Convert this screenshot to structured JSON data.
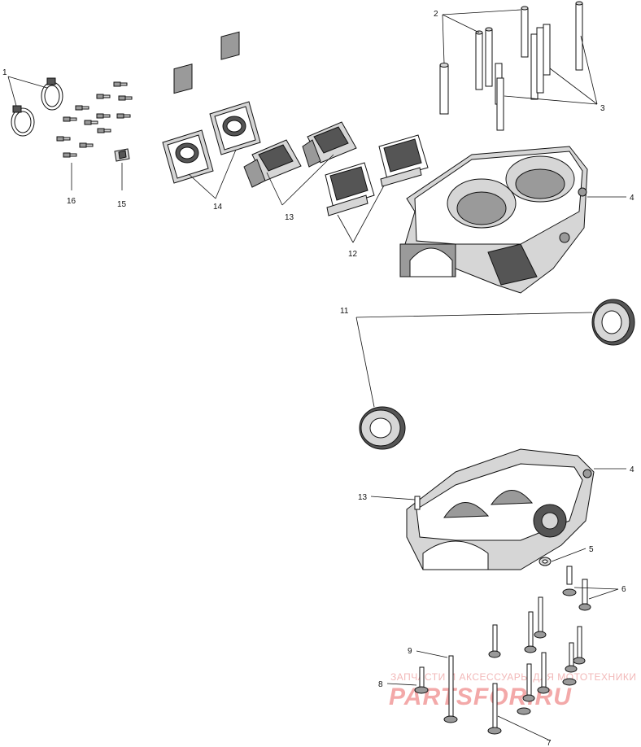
{
  "callouts": {
    "c1": "1",
    "c2": "2",
    "c3": "3",
    "c4a": "4",
    "c4b": "4",
    "c5": "5",
    "c6": "6",
    "c7": "7",
    "c8": "8",
    "c9": "9",
    "c11": "11",
    "c12": "12",
    "c13a": "13",
    "c13b": "13",
    "c14": "14",
    "c15": "15",
    "c16": "16"
  },
  "watermark": {
    "line1": "ЗАПЧАСТИ И АКСЕССУАРЫ ДЛЯ МОТОТЕХНИКИ",
    "line2": "PARTSFOR.RU"
  }
}
